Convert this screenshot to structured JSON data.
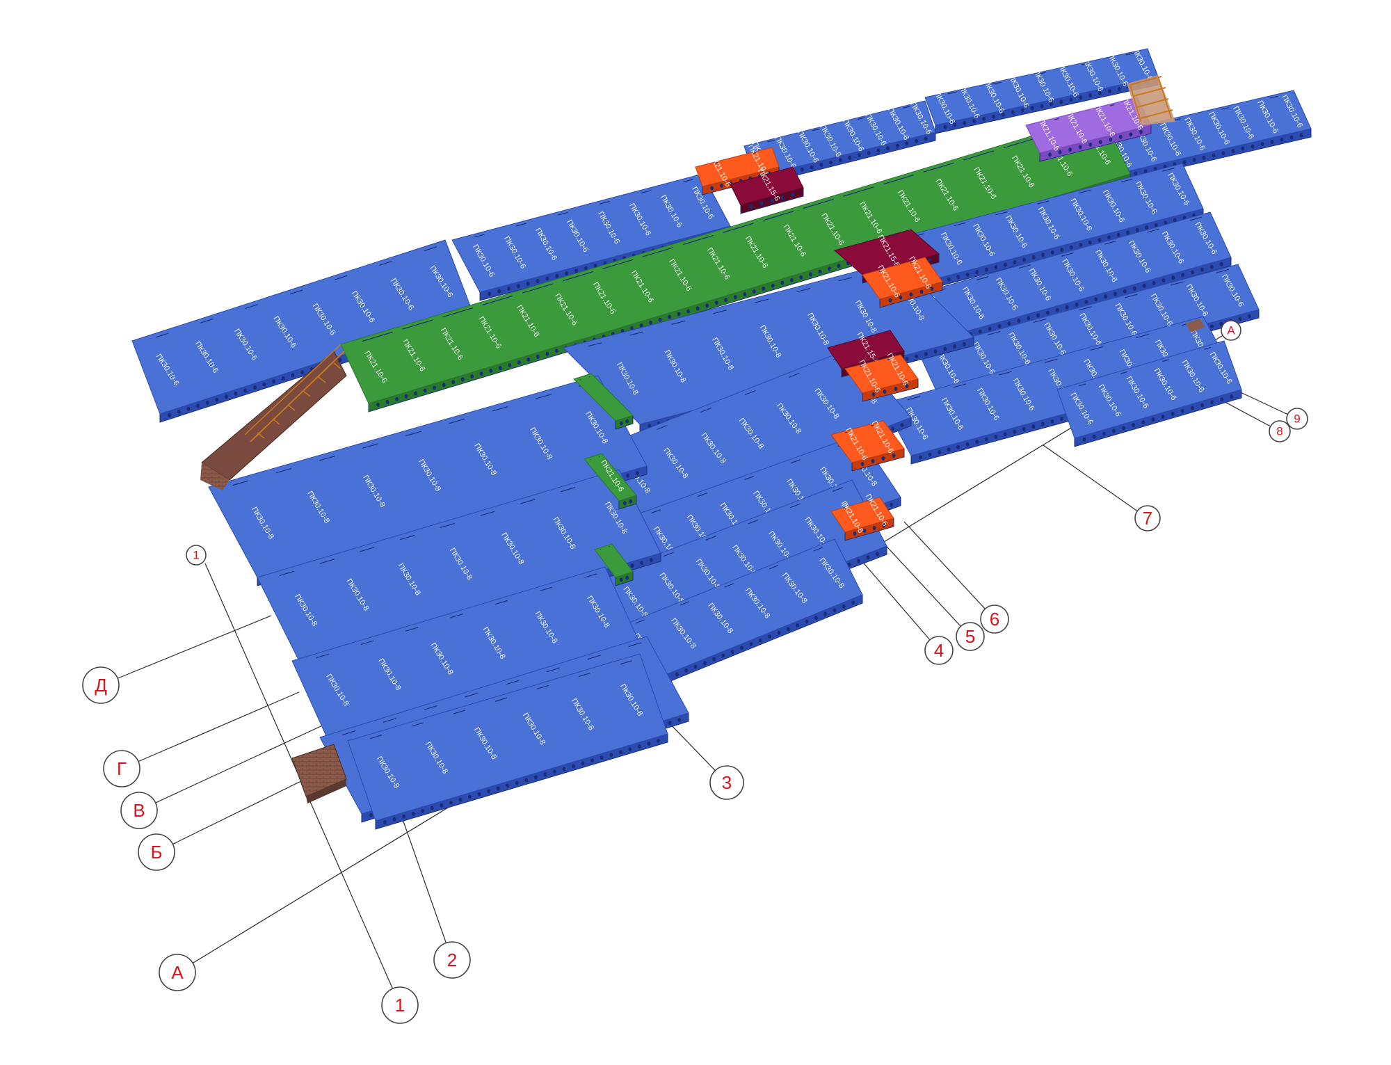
{
  "colors": {
    "slab_blue": "#4a72d6",
    "slab_blue_dark": "#2b4bb0",
    "slab_green": "#3a9a3c",
    "slab_green_dark": "#2a7a2c",
    "slab_orange": "#ff5a1e",
    "slab_orange_dark": "#c83c0a",
    "slab_crimson": "#8a0a3a",
    "slab_violet": "#a06ae0",
    "brick": "#8a5a4a",
    "stair_rail": "#c8781e",
    "axis_label": "#d8141c"
  },
  "slab_marks": {
    "blue_long": "ПК30.10-8",
    "blue_alt": "ПК30.10-6",
    "green": "ПК21.10-6",
    "orange": "ПК21.10-6",
    "crimson": "ПК21.15-6",
    "violet": "ПК21.10-6"
  },
  "axis_letters": {
    "a": "А",
    "b": "Б",
    "v": "В",
    "g": "Г",
    "d": "Д",
    "a_top": "А"
  },
  "axis_numbers": {
    "n1": "1",
    "n1_top": "1",
    "n2": "2",
    "n3": "3",
    "n4": "4",
    "n5": "5",
    "n6": "6",
    "n7": "7",
    "n8": "8",
    "n9": "9"
  }
}
